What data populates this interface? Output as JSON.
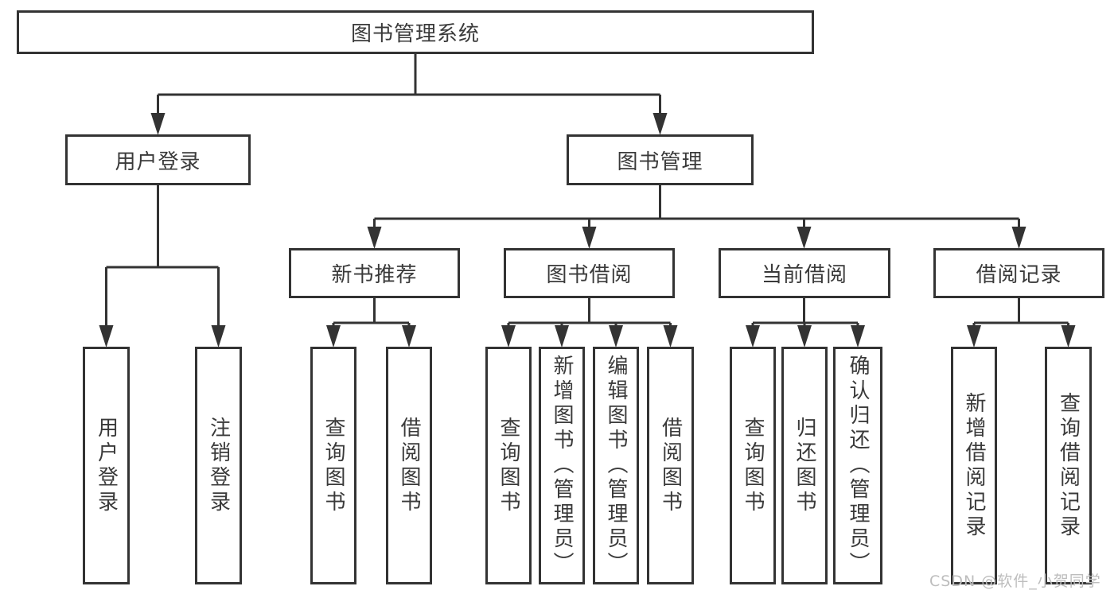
{
  "diagram": {
    "watermark": "CSDN @软件_小贺同学",
    "colors": {
      "line": "#333333",
      "box_border": "#333333",
      "text": "#3a3a3a",
      "watermark_text": "#bdbdbd",
      "background": "#ffffff"
    },
    "tree": {
      "root": {
        "label": "图书管理系统",
        "children": [
          {
            "label": "用户登录",
            "children": [
              {
                "label": "用户登录"
              },
              {
                "label": "注销登录"
              }
            ]
          },
          {
            "label": "图书管理",
            "children": [
              {
                "label": "新书推荐",
                "children": [
                  {
                    "label": "查询图书"
                  },
                  {
                    "label": "借阅图书"
                  }
                ]
              },
              {
                "label": "图书借阅",
                "children": [
                  {
                    "label": "查询图书"
                  },
                  {
                    "label": "新增图书（管理员）"
                  },
                  {
                    "label": "编辑图书（管理员）"
                  },
                  {
                    "label": "借阅图书"
                  }
                ]
              },
              {
                "label": "当前借阅",
                "children": [
                  {
                    "label": "查询图书"
                  },
                  {
                    "label": "归还图书"
                  },
                  {
                    "label": "确认归还（管理员）"
                  }
                ]
              },
              {
                "label": "借阅记录",
                "children": [
                  {
                    "label": "新增借阅记录"
                  },
                  {
                    "label": "查询借阅记录"
                  }
                ]
              }
            ]
          }
        ]
      }
    }
  }
}
